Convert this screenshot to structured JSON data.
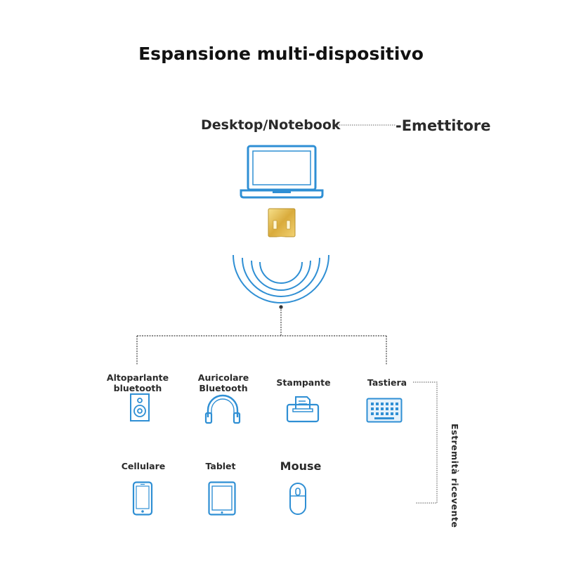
{
  "title": "Espansione multi-dispositivo",
  "host": {
    "label": "Desktop/Notebook",
    "role": "-Emettitore"
  },
  "receivers_label": "Estremità ricevente",
  "devices": [
    {
      "line1": "Altoparlante",
      "line2": "bluetooth",
      "icon": "speaker-icon"
    },
    {
      "line1": "Auricolare",
      "line2": "Bluetooth",
      "icon": "headphones-icon"
    },
    {
      "line1": "Stampante",
      "line2": "",
      "icon": "printer-icon"
    },
    {
      "line1": "Tastiera",
      "line2": "",
      "icon": "keyboard-icon"
    },
    {
      "line1": "Cellulare",
      "line2": "",
      "icon": "phone-icon"
    },
    {
      "line1": "Tablet",
      "line2": "",
      "icon": "tablet-icon"
    },
    {
      "line1": "Mouse",
      "line2": "",
      "icon": "mouse-icon"
    }
  ],
  "colors": {
    "icon_blue": "#2f8fd4",
    "connector": "#555555",
    "dongle_gold": "#e0b84a"
  }
}
